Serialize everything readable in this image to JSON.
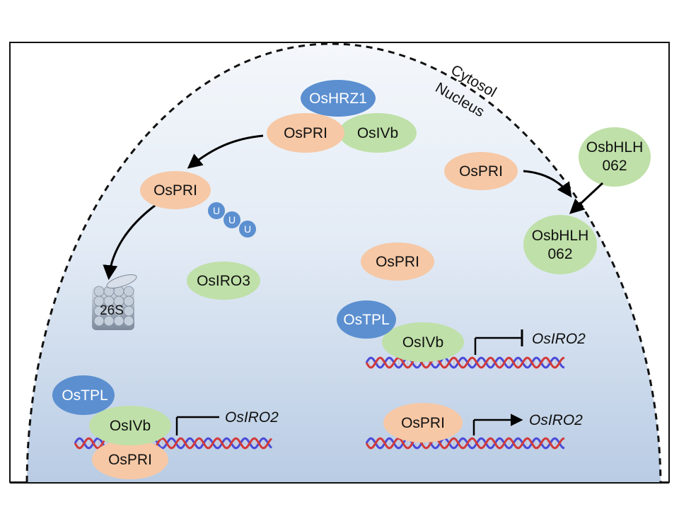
{
  "compartments": {
    "cytosol": "Cytosol",
    "nucleus": "Nucleus"
  },
  "colors": {
    "ospri": "#f6c8a6",
    "osivb": "#bfe0a8",
    "oshrz1": "#5b8fd0",
    "ostpl": "#5b8fd0",
    "osbhlh": "#bfe0a8",
    "osiro3": "#bfe0a8",
    "ubiquitin": "#5b8fd0",
    "proteasome": "#9aa7b8",
    "dna_red": "#d23a3a",
    "dna_blue": "#4a4ad8",
    "background_top": "#f4f7fb",
    "background_bottom": "#b9cce4"
  },
  "proteins": {
    "oshrz1": "OsHRZ1",
    "ospri_complex": "OsPRI",
    "osivb_complex": "OsIVb",
    "ospri_ubiquitinated": "OsPRI",
    "ubiquitin": [
      "U",
      "U",
      "U"
    ],
    "proteasome": "26S",
    "osiro3": "OsIRO3",
    "ospri_free": "OsPRI",
    "ospri_right": "OsPRI",
    "osbhlh062_top_line1": "OsbHLH",
    "osbhlh062_top_line2": "062",
    "osbhlh062_bottom_line1": "OsbHLH",
    "osbhlh062_bottom_line2": "062",
    "ostpl_right": "OsTPL",
    "osivb_right": "OsIVb",
    "ostpl_left": "OsTPL",
    "osivb_left": "OsIVb",
    "ospri_left": "OsPRI",
    "ospri_activator": "OsPRI"
  },
  "genes": {
    "repressed_right": "OsIRO2",
    "active_left": "OsIRO2",
    "active_right": "OsIRO2"
  }
}
